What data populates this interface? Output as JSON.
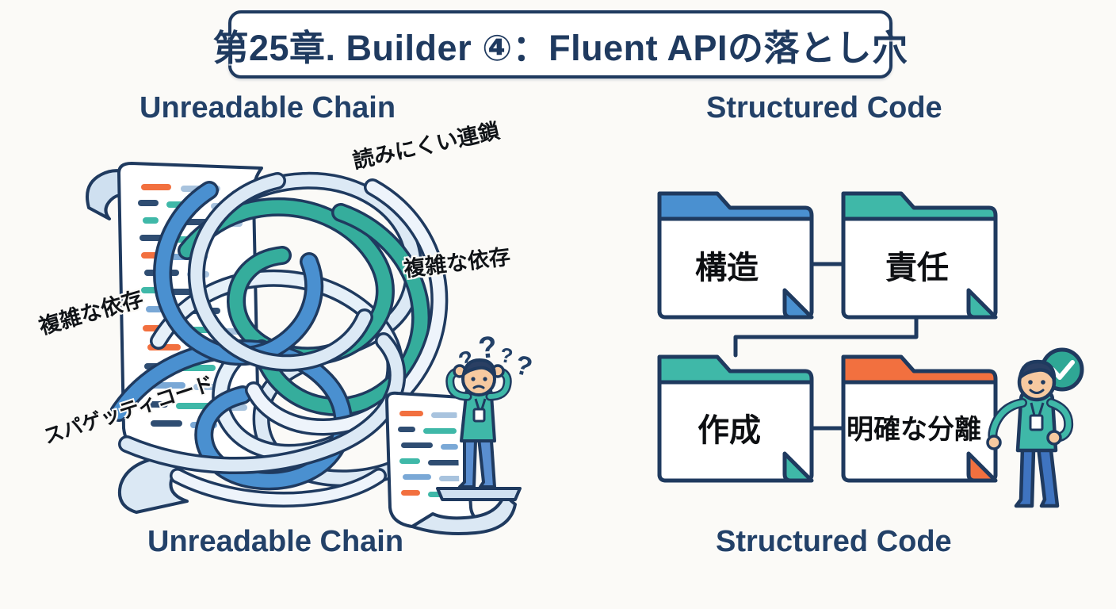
{
  "page": {
    "background_color": "#fbfaf7",
    "title": "第25章. Builder ④：Fluent APIの落とし穴"
  },
  "palette": {
    "navy": "#1f3a5f",
    "heading_navy": "#234168",
    "blue": "#4a90d0",
    "teal": "#3fb8a8",
    "teal_dark": "#2fa795",
    "orange": "#f2703f",
    "light_blue": "#cfe0f0",
    "pale_blue": "#e3edf7",
    "skin": "#f6c9a0",
    "paper": "#ffffff"
  },
  "left_panel": {
    "heading": "Unreadable Chain",
    "caption": "Unreadable Chain",
    "annotations": [
      "読みにくい連鎖",
      "複雑な依存",
      "複雑な依存",
      "スパゲッティコード"
    ],
    "illustration": {
      "name": "tangled-spaghetti-code-scrolls",
      "character": "confused-person",
      "character_emotion": "confused",
      "thought_symbols": "???"
    }
  },
  "right_panel": {
    "heading": "Structured Code",
    "caption": "Structured Code",
    "folders": [
      {
        "label": "構造",
        "tab_color": "#4a90d0"
      },
      {
        "label": "責任",
        "tab_color": "#3fb8a8"
      },
      {
        "label": "作成",
        "tab_color": "#3fb8a8"
      },
      {
        "label": "明確な分離",
        "tab_color": "#f2703f"
      }
    ],
    "illustration": {
      "name": "organized-folders-diagram",
      "character": "confident-person",
      "character_emotion": "happy",
      "badge": "check-mark"
    }
  }
}
